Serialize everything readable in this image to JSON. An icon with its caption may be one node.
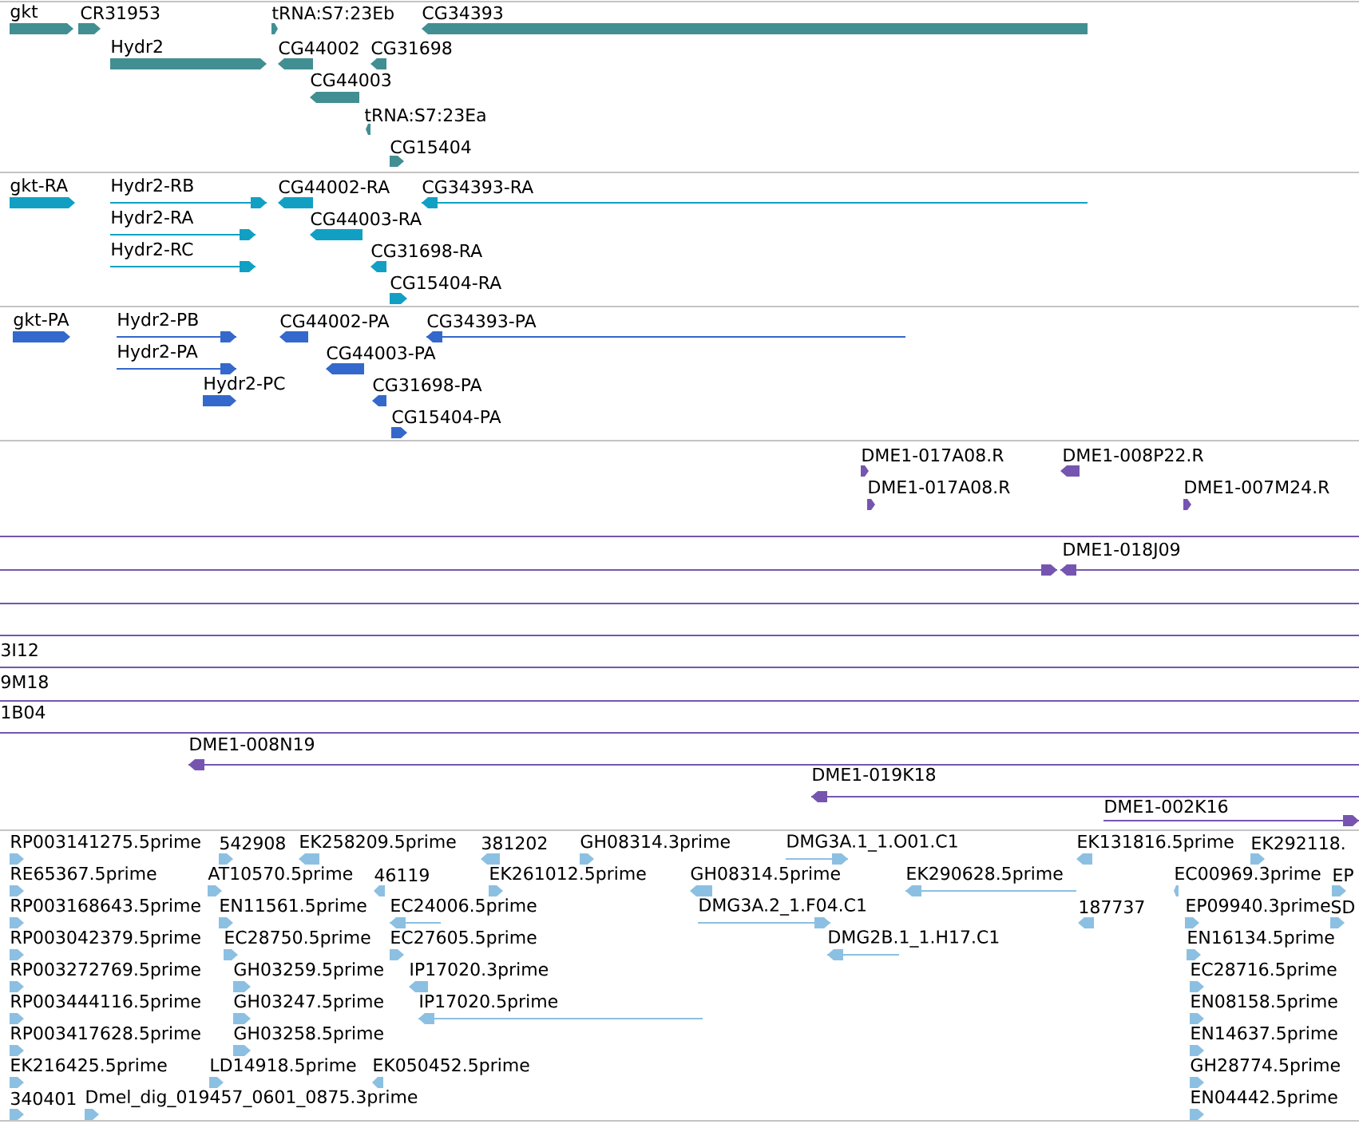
{
  "diagram": {
    "labels": [
      "gkt",
      "CR31953",
      "tRNA:S7:23Eb",
      "CG34393",
      "Hydr2",
      "CG44002",
      "CG31698",
      "CG44003",
      "tRNA:S7:23Ea",
      "CG15404",
      "gkt-RA",
      "Hydr2-RB",
      "CG44002-RA",
      "CG34393-RA",
      "Hydr2-RA",
      "CG44003-RA",
      "Hydr2-RC",
      "CG31698-RA",
      "CG15404-RA",
      "gkt-PA",
      "Hydr2-PB",
      "CG44002-PA",
      "CG34393-PA",
      "Hydr2-PA",
      "CG44003-PA",
      "Hydr2-PC",
      "CG31698-PA",
      "CG15404-PA",
      "DME1-017A08.R",
      "DME1-008P22.R",
      "DME1-017A08.R",
      "DME1-007M24.R",
      "DME1-018J09",
      "3I12",
      "9M18",
      "1B04",
      "DME1-008N19",
      "DME1-019K18",
      "DME1-002K16",
      "RP003141275.5prime",
      "542908",
      "EK258209.5prime",
      "381202",
      "GH08314.3prime",
      "DMG3A.1_1.O01.C1",
      "EK131816.5prime",
      "EK292118.",
      "RE65367.5prime",
      "AT10570.5prime",
      "46119",
      "EK261012.5prime",
      "GH08314.5prime",
      "EK290628.5prime",
      "EC00969.3prime",
      "EP",
      "RP003168643.5prime",
      "EN11561.5prime",
      "EC24006.5prime",
      "DMG3A.2_1.F04.C1",
      "187737",
      "EP09940.3prime",
      "SD",
      "RP003042379.5prime",
      "EC28750.5prime",
      "EC27605.5prime",
      "DMG2B.1_1.H17.C1",
      "EN16134.5prime",
      "RP003272769.5prime",
      "GH03259.5prime",
      "IP17020.3prime",
      "EC28716.5prime",
      "RP003444116.5prime",
      "GH03247.5prime",
      "IP17020.5prime",
      "EN08158.5prime",
      "RP003417628.5prime",
      "GH03258.5prime",
      "EN14637.5prime",
      "EK216425.5prime",
      "LD14918.5prime",
      "EK050452.5prime",
      "GH28774.5prime",
      "340401",
      "Dmel_dig_019457_0601_0875.3prime",
      "EN04442.5prime"
    ]
  }
}
